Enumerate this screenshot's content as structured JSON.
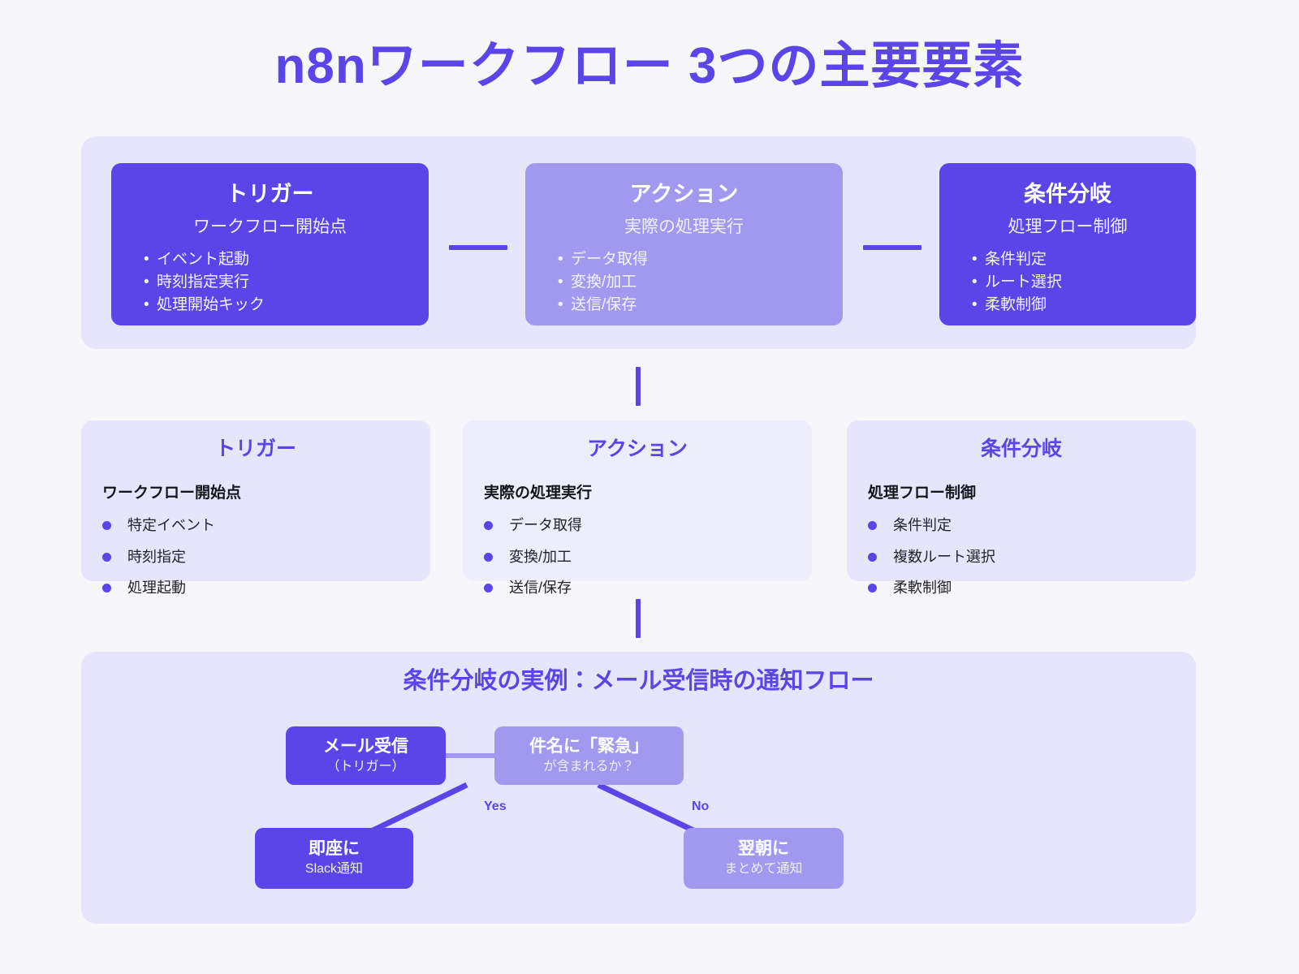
{
  "title": "n8nワークフロー 3つの主要要素",
  "colors": {
    "primary": "#5b45e8",
    "secondary": "#a199f0",
    "panel_bg": "#e7e5fb",
    "card_bg_inner": "#eeedfc",
    "page_bg": "#f7f7fb",
    "text_dark": "#15161c"
  },
  "top_section": {
    "cards": [
      {
        "title": "トリガー",
        "subtitle": "ワークフロー開始点",
        "style": "dark",
        "items": [
          "イベント起動",
          "時刻指定実行",
          "処理開始キック"
        ]
      },
      {
        "title": "アクション",
        "subtitle": "実際の処理実行",
        "style": "light",
        "items": [
          "データ取得",
          "変換/加工",
          "送信/保存"
        ]
      },
      {
        "title": "条件分岐",
        "subtitle": "処理フロー制御",
        "style": "dark",
        "items": [
          "条件判定",
          "ルート選択",
          "柔軟制御"
        ]
      }
    ]
  },
  "middle_section": {
    "cards": [
      {
        "title": "トリガー",
        "subtitle": "ワークフロー開始点",
        "items": [
          "特定イベント",
          "時刻指定",
          "処理起動"
        ]
      },
      {
        "title": "アクション",
        "subtitle": "実際の処理実行",
        "items": [
          "データ取得",
          "変換/加工",
          "送信/保存"
        ]
      },
      {
        "title": "条件分岐",
        "subtitle": "処理フロー制御",
        "items": [
          "条件判定",
          "複数ルート選択",
          "柔軟制御"
        ]
      }
    ]
  },
  "example_section": {
    "title": "条件分岐の実例：メール受信時の通知フロー",
    "nodes": {
      "trigger": {
        "title": "メール受信",
        "subtitle": "（トリガー）",
        "style": "dark"
      },
      "condition": {
        "title": "件名に「緊急」",
        "subtitle": "が含まれるか？",
        "style": "light"
      },
      "yes_branch": {
        "title": "即座に",
        "subtitle": "Slack通知",
        "style": "dark"
      },
      "no_branch": {
        "title": "翌朝に",
        "subtitle": "まとめて通知",
        "style": "light"
      }
    },
    "edge_labels": {
      "yes": "Yes",
      "no": "No"
    }
  }
}
